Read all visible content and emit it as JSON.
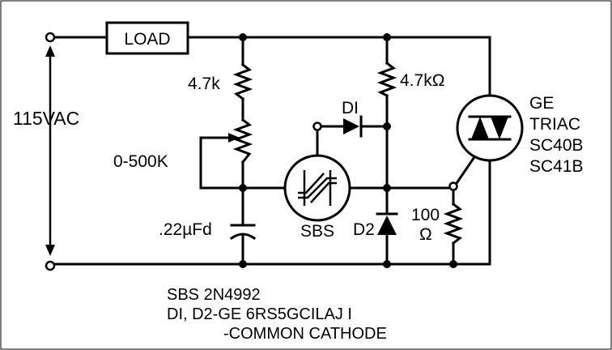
{
  "labels": {
    "load": "LOAD",
    "source": "115VAC",
    "r1": "4.7k",
    "pot": "0-500K",
    "cap": ".22µFd",
    "d1": "DI",
    "r2": "4.7kΩ",
    "sbs": "SBS",
    "d2": "D2",
    "r3_value": "100",
    "r3_unit": "Ω",
    "triac_line1": "GE",
    "triac_line2": "TRIAC",
    "triac_line3": "SC40B",
    "triac_line4": "SC41B"
  },
  "notes": {
    "line1": "SBS 2N4992",
    "line2": "DI, D2-GE 6RS5GCILAJ I",
    "line3": "-COMMON CATHODE"
  }
}
